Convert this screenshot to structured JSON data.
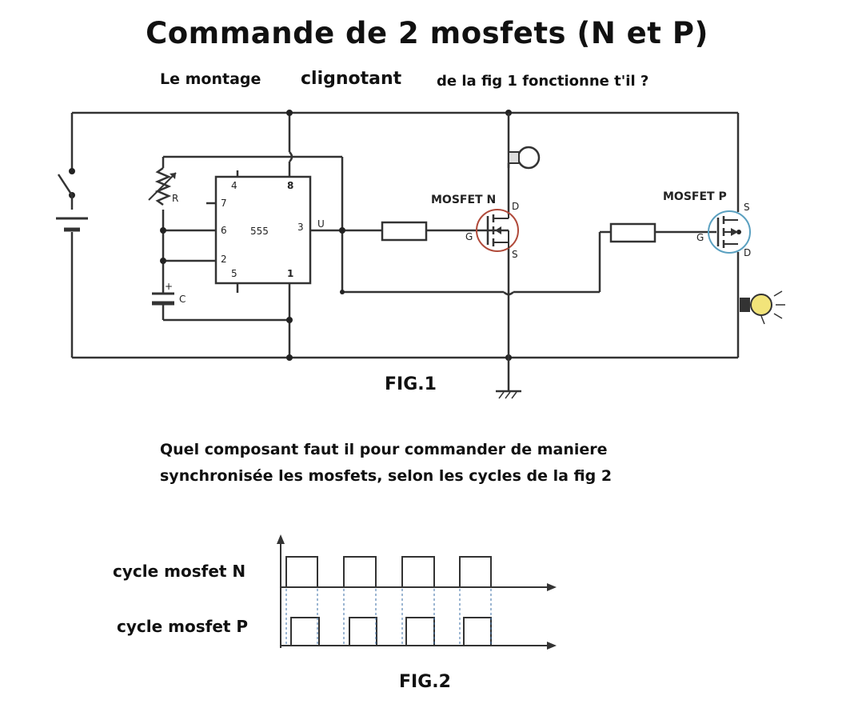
{
  "title": "Commande de 2 mosfets (N et P)",
  "subtitle": {
    "part1": "Le montage",
    "part2": "clignotant",
    "part3": "de la fig 1 fonctionne t'il ?"
  },
  "fig1": {
    "caption": "FIG.1",
    "ic": {
      "name": "555",
      "pins": {
        "p4": "4",
        "p8": "8",
        "p7": "7",
        "p6": "6",
        "p3": "3",
        "p2": "2",
        "p5": "5",
        "p1": "1"
      },
      "output_label": "U"
    },
    "resistor_label": "R",
    "capacitor_label": "C",
    "cap_plus": "+",
    "mosfet_n": {
      "label": "MOSFET N",
      "gate": "G",
      "drain": "D",
      "source": "S"
    },
    "mosfet_p": {
      "label": "MOSFET P",
      "gate": "G",
      "drain": "D",
      "source": "S"
    }
  },
  "question": {
    "line1": "Quel composant faut il pour commander de maniere",
    "line2": "synchronisée les mosfets, selon les cycles de la fig 2"
  },
  "fig2": {
    "caption": "FIG.2",
    "row_n": "cycle mosfet N",
    "row_p": "cycle mosfet P"
  },
  "colors": {
    "pin8": "#8b1a1a",
    "pin1": "#1a5a6e",
    "mosfet_n_ring": "#b04a3a",
    "mosfet_p_ring": "#5aa0c0",
    "bulb": "#f2e47a",
    "dashed": "#3a6ea5"
  }
}
